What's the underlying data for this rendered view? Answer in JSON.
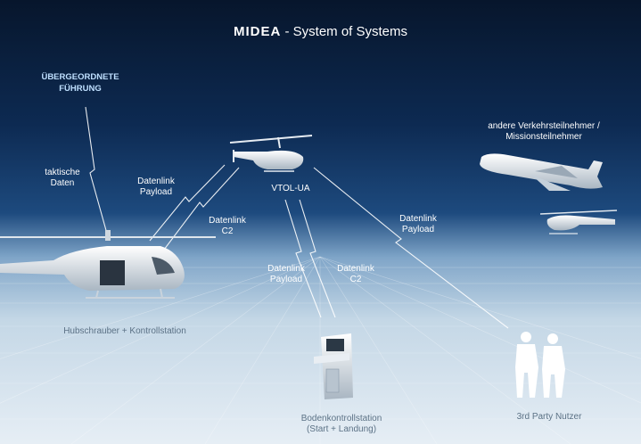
{
  "title": {
    "brand": "MIDEA",
    "separator": "-",
    "subtitle": "System of Systems"
  },
  "labels": {
    "higher_command_line1": "ÜBERGEORDNETE",
    "higher_command_line2": "FÜHRUNG",
    "tactical_data_line1": "taktische",
    "tactical_data_line2": "Daten",
    "datalink_payload_heli_line1": "Datenlink",
    "datalink_payload_heli_line2": "Payload",
    "datalink_c2_heli_line1": "Datenlink",
    "datalink_c2_heli_line2": "C2",
    "vtol": "VTOL-UA",
    "datalink_payload_ground_line1": "Datenlink",
    "datalink_payload_ground_line2": "Payload",
    "datalink_c2_ground_line1": "Datenlink",
    "datalink_c2_ground_line2": "C2",
    "datalink_payload_party_line1": "Datenlink",
    "datalink_payload_party_line2": "Payload",
    "other_traffic_line1": "andere Verkehrsteilnehmer /",
    "other_traffic_line2": "Missionsteilnehmer",
    "heli_control": "Hubschrauber + Kontrollstation",
    "ground_station_line1": "Bodenkontrollstation",
    "ground_station_line2": "(Start + Landung)",
    "third_party": "3rd Party Nutzer"
  }
}
